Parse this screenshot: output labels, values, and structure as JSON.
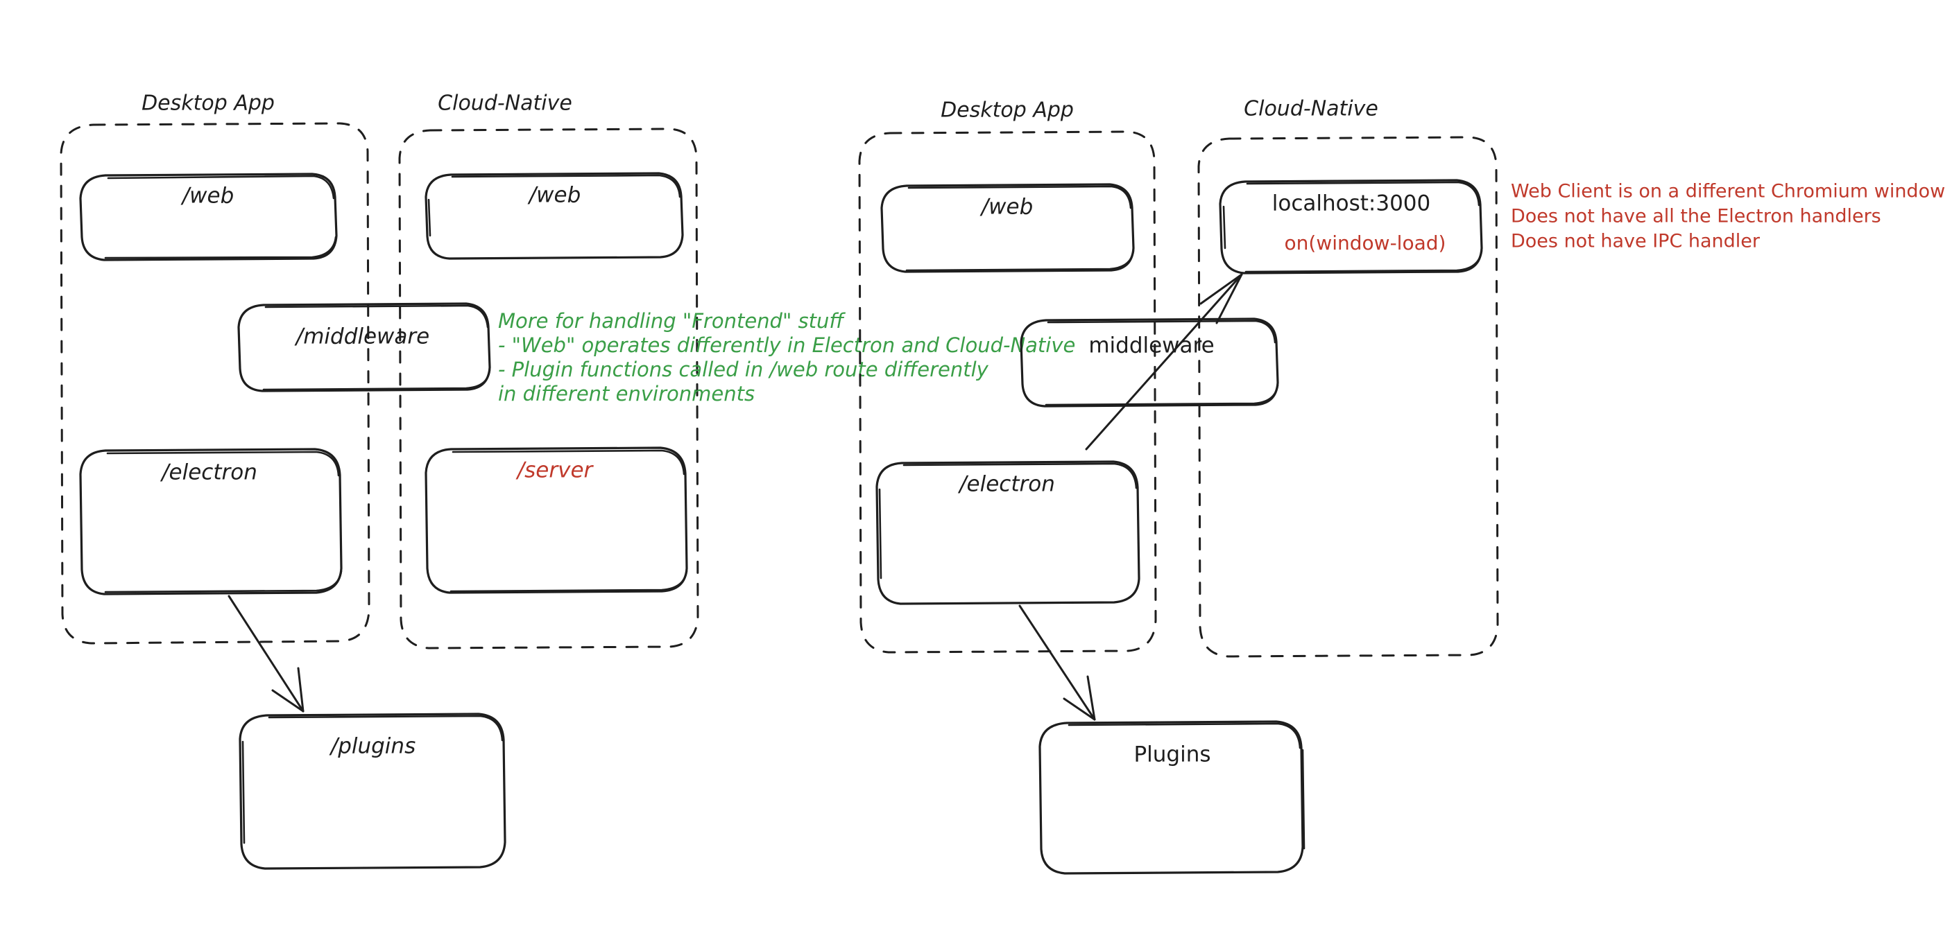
{
  "board": {
    "title": "Electron vs Cloud-Native architecture comparison",
    "background": "#ffffff",
    "ink_color": "#1e1e1e",
    "green_color": "#3a9e47",
    "red_color": "#c0392b"
  },
  "left_diagram": {
    "groups": [
      {
        "id": "left-desktop-app",
        "label": "Desktop App"
      },
      {
        "id": "left-cloud-native",
        "label": "Cloud-Native"
      }
    ],
    "nodes": [
      {
        "id": "left-desktop-web",
        "label": "/web",
        "color": "#1e1e1e"
      },
      {
        "id": "left-cloud-web",
        "label": "/web",
        "color": "#1e1e1e"
      },
      {
        "id": "left-middleware",
        "label": "/middleware",
        "color": "#1e1e1e"
      },
      {
        "id": "left-electron",
        "label": "/electron",
        "color": "#1e1e1e"
      },
      {
        "id": "left-server",
        "label": "/server",
        "color": "#c0392b"
      },
      {
        "id": "left-plugins",
        "label": "/plugins",
        "color": "#1e1e1e"
      }
    ],
    "note_green": {
      "lines": [
        "More for handling \"Frontend\" stuff",
        "- \"Web\" operates differently in Electron and Cloud-Native",
        "- Plugin functions called in /web route differently",
        "in different environments"
      ]
    },
    "arrows": [
      {
        "id": "left-electron-to-plugins",
        "from": "left-electron",
        "to": "left-plugins"
      }
    ]
  },
  "right_diagram": {
    "groups": [
      {
        "id": "right-desktop-app",
        "label": "Desktop App"
      },
      {
        "id": "right-cloud-native",
        "label": "Cloud-Native"
      }
    ],
    "nodes": [
      {
        "id": "right-desktop-web",
        "label": "/web",
        "color": "#1e1e1e"
      },
      {
        "id": "right-localhost",
        "label": "localhost:3000",
        "color": "#1e1e1e",
        "sublabel": "on(window-load)",
        "sublabel_color": "#c0392b"
      },
      {
        "id": "right-middleware",
        "label": "middleware",
        "color": "#1e1e1e"
      },
      {
        "id": "right-electron",
        "label": "/electron",
        "color": "#1e1e1e"
      },
      {
        "id": "right-plugins",
        "label": "Plugins",
        "color": "#1e1e1e"
      }
    ],
    "note_red": {
      "lines": [
        "Web Client is on a different Chromium window",
        "Does not have all the Electron handlers",
        "Does not have IPC handler"
      ]
    },
    "arrows": [
      {
        "id": "right-electron-to-localhost",
        "from": "right-electron",
        "to": "right-localhost"
      },
      {
        "id": "right-electron-to-plugins",
        "from": "right-electron",
        "to": "right-plugins"
      }
    ]
  }
}
